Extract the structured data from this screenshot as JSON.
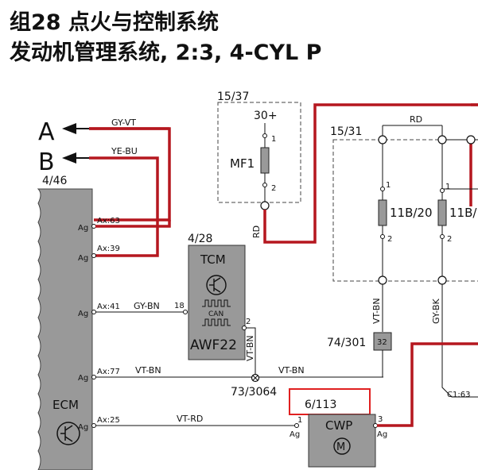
{
  "header": {
    "title_line1": "组28 点火与控制系统",
    "title_line2": "发动机管理系统, 2:3, 4-CYL P"
  },
  "connectors": {
    "a_label": "A",
    "b_label": "B",
    "a_wire": "GY-VT",
    "b_wire": "YE-BU"
  },
  "ecm": {
    "ref": "4/46",
    "name": "ECM",
    "pins": [
      {
        "label": "Ax:63",
        "ground": "Ag"
      },
      {
        "label": "Ax:39",
        "ground": "Ag"
      },
      {
        "label": "Ax:41",
        "ground": "Ag"
      },
      {
        "label": "Ax:77",
        "ground": "Ag"
      },
      {
        "label": "Ax:25",
        "ground": "Ag"
      }
    ],
    "wires": {
      "ax41": "GY-BN",
      "ax77": "VT-BN",
      "ax25": "VT-RD"
    }
  },
  "tcm": {
    "ref": "4/28",
    "name": "TCM",
    "can": "CAN",
    "part": "AWF22",
    "pin_18": "18",
    "pin_2": "2",
    "out_wire": "VT-BN"
  },
  "fuse_box_1": {
    "ref": "15/37",
    "supply": "30+",
    "fuse": "MF1",
    "pin_1": "1",
    "pin_2": "2",
    "out_wire": "RD"
  },
  "fuse_box_2": {
    "ref": "15/31",
    "bridge_wire": "RD",
    "fuse_a": "11B/20",
    "fuse_b": "11B/",
    "pin_1a": "1",
    "pin_2a": "2",
    "pin_1b": "1",
    "pin_2b": "2",
    "wire_a": "VT-BN",
    "wire_b": "GY-BK"
  },
  "splice": {
    "ref": "73/3064",
    "wire": "VT-BN"
  },
  "connector_74": {
    "ref": "74/301",
    "pin": "32"
  },
  "cwp": {
    "ref": "6/113",
    "name": "CWP",
    "motor": "M",
    "pin_1": "1",
    "pin_3": "3",
    "ground_left": "Ag",
    "ground_right": "Ag"
  },
  "right_pin": "C1:63",
  "colors": {
    "red_wire": "#b5171f",
    "component_fill": "#999999",
    "highlight_box": "#e02020"
  }
}
